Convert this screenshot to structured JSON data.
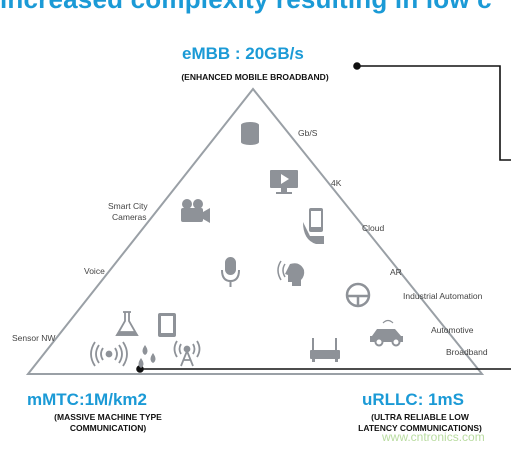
{
  "header": {
    "partial_title": "increased complexity resulting in low c"
  },
  "vertices": {
    "top": {
      "title": "eMBB : 20GB/s",
      "subtitle": "(ENHANCED MOBILE BROADBAND)"
    },
    "left": {
      "title": "mMTC:1M/km2",
      "subtitle_line1": "(MASSIVE MACHINE TYPE",
      "subtitle_line2": "COMMUNICATION)"
    },
    "right": {
      "title": "uRLLC: 1mS",
      "subtitle_line1": "(ULTRA RELIABLE LOW",
      "subtitle_line2": "LATENCY COMMUNICATIONS)"
    }
  },
  "side_labels": {
    "gbs": "Gb/S",
    "k4": "4K",
    "cloud": "Cloud",
    "ar": "AR",
    "industrial": "Industrial Automation",
    "automotive": "Automotive",
    "broadband": "Broadband",
    "smart_city_1": "Smart City",
    "smart_city_2": "Cameras",
    "voice": "Voice",
    "sensor": "Sensor NW"
  },
  "watermark": "www.cntronics.com",
  "colors": {
    "accent": "#1b9ad6",
    "icon": "#8e9298",
    "edge": "#9aa0a6"
  }
}
